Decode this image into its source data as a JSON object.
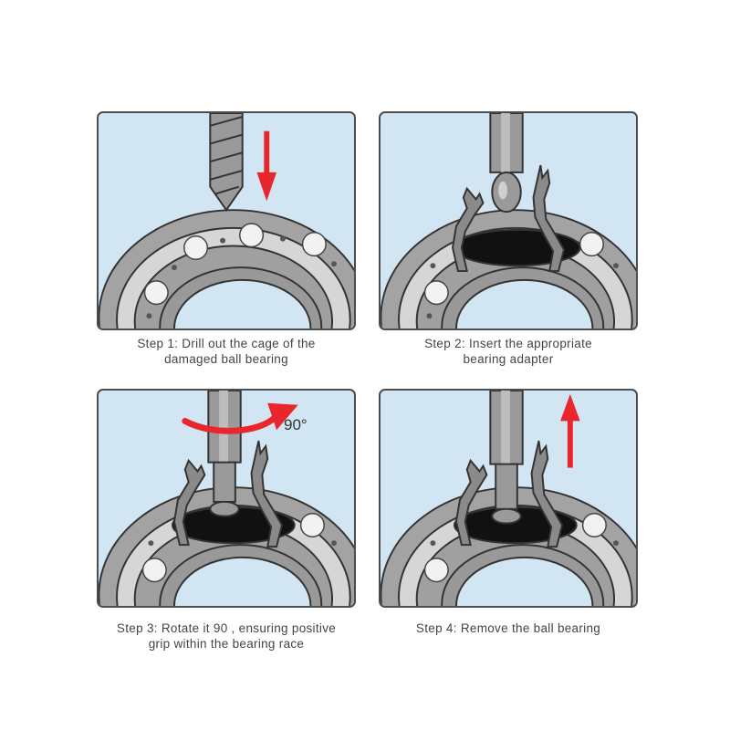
{
  "steps": [
    {
      "line1": "Step 1: Drill out the cage of the",
      "line2": "damaged ball bearing"
    },
    {
      "line1": "Step 2: Insert the appropriate",
      "line2": "bearing adapter"
    },
    {
      "line1": "Step 3: Rotate it 90   , ensuring positive",
      "line2": "grip within the bearing race"
    },
    {
      "line1": "Step 4: Remove the ball bearing",
      "line2": ""
    }
  ],
  "rotation_label": "90°",
  "colors": {
    "panel_bg": "#d2e5f2",
    "panel_border": "#4d4d4d",
    "bearing_gray": "#9a9a9a",
    "arrow_red": "#e8262b"
  }
}
